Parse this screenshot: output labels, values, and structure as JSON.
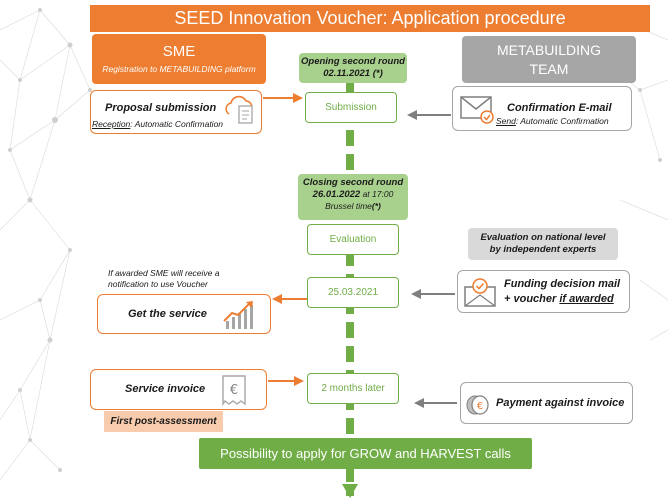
{
  "title": "SEED Innovation Voucher: Application procedure",
  "sme": {
    "title": "SME",
    "subtitle": "Registration to METABUILDING platform"
  },
  "team": {
    "line1": "METABUILDING",
    "line2": "TEAM"
  },
  "opening": {
    "line1": "Opening second round",
    "line2": "02.11.2021 (*)"
  },
  "closing": {
    "line1": "Closing second round",
    "line2_bold": "26.01.2022",
    "line2_rest": " at 17:00",
    "line3": "Brussel time",
    "line3_suffix": "(*)"
  },
  "steps": {
    "submission": "Submission",
    "evaluation": "Evaluation",
    "date": "25.03.2021",
    "later": "2 months later"
  },
  "proposal": {
    "title": "Proposal submission",
    "sub_label": "Reception",
    "sub_text": ": Automatic Confirmation"
  },
  "confirmation": {
    "title": "Confirmation E-mail",
    "sub_label": "Send",
    "sub_text": ": Automatic Confirmation"
  },
  "evaluation_note": {
    "line1": "Evaluation on national level",
    "line2": "by independent experts"
  },
  "awarded_note": {
    "line1": "If awarded SME will receive a",
    "line2": "notification to use Voucher"
  },
  "get_service": "Get the service",
  "funding": {
    "line1": "Funding decision mail",
    "line2_prefix": "+ voucher ",
    "line2_emph": "if awarded"
  },
  "invoice": "Service invoice",
  "post_assessment": "First post-assessment",
  "payment": "Payment against invoice",
  "final": "Possibility to apply for GROW and HARVEST calls",
  "colors": {
    "orange": "#ED7D31",
    "green": "#70ad47",
    "light_green": "#a9d18e",
    "gray": "#a6a6a6"
  },
  "icons": [
    "cloud-upload-icon",
    "email-check-icon",
    "growth-chart-icon",
    "envelope-badge-icon",
    "euro-receipt-icon",
    "euro-coins-icon"
  ]
}
